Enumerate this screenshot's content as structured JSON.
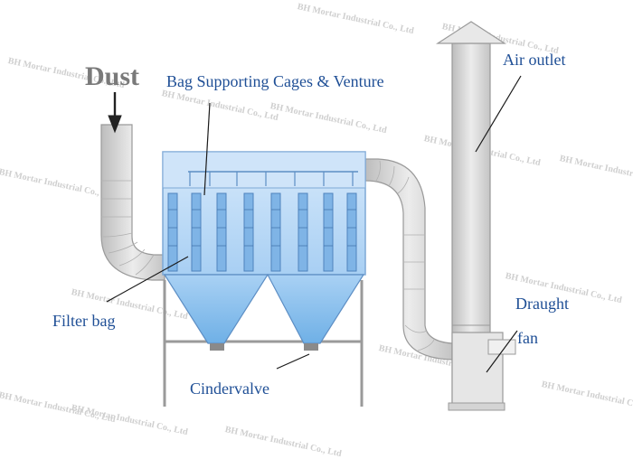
{
  "labels": {
    "dust": "Dust",
    "bag_cages": "Bag Supporting Cages & Venture",
    "air_outlet": "Air outlet",
    "filter_bag": "Filter bag",
    "draught": "Draught",
    "fan": "fan",
    "cindervalve": "Cindervalve"
  },
  "watermark": "BH Mortar Industrial Co., Ltd",
  "colors": {
    "label_text": "#1f4f96",
    "dust_text": "#7a7a7a",
    "duct_fill": "#dcdcdc",
    "duct_stroke": "#9a9a9a",
    "housing_fill": "#bcd9f5",
    "hopper_fill": "#8fc3ee",
    "watermark": "#cfcfcf"
  }
}
